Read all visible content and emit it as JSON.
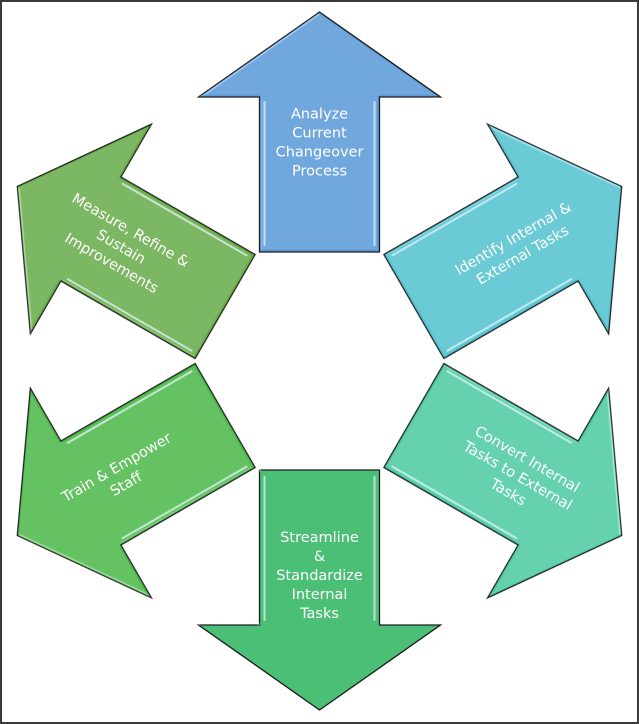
{
  "diagram": {
    "type": "cycle-arrows",
    "direction": "clockwise",
    "steps": [
      {
        "id": "analyze",
        "label_lines": [
          "Analyze",
          "Current",
          "Changeover",
          "Process"
        ],
        "color": "#5b9bd5",
        "points": "up"
      },
      {
        "id": "identify",
        "label_lines": [
          "Identify Internal &",
          "External Tasks"
        ],
        "color": "#55c1cd",
        "points": "up-right"
      },
      {
        "id": "convert",
        "label_lines": [
          "Convert Internal",
          "Tasks to External",
          "Tasks"
        ],
        "color": "#4ec9a3",
        "points": "down-right"
      },
      {
        "id": "streamline",
        "label_lines": [
          "Streamline",
          "&",
          "Standardize",
          "Internal",
          "Tasks"
        ],
        "color": "#4cbf74",
        "points": "down"
      },
      {
        "id": "train",
        "label_lines": [
          "Train & Empower",
          "Staff"
        ],
        "color": "#4db84b",
        "points": "down-left"
      },
      {
        "id": "measure",
        "label_lines": [
          "Measure, Refine &",
          "Sustain",
          "Improvements"
        ],
        "color": "#6aad4a",
        "points": "up-left"
      }
    ],
    "outline_color": "#1a1a1a",
    "highlight_color": "#e6f7ff",
    "frame_color": "#3a3a3a"
  }
}
